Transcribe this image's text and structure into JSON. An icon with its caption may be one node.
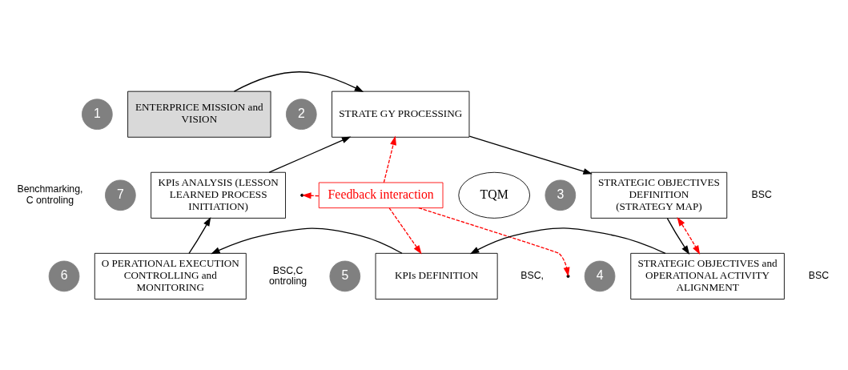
{
  "diagram": {
    "nodes": [
      {
        "text": [
          "1"
        ]
      },
      {
        "text": [
          "ENTERPRICE MISSION and VISION"
        ]
      },
      {
        "text": [
          "2"
        ]
      },
      {
        "text": [
          "STRATE GY PROCESSING"
        ]
      },
      {
        "text": [
          "Feedback interaction"
        ]
      },
      {
        "text": [
          "7"
        ]
      },
      {
        "text": [
          "KPIs ANALYSIS (LESSON LEARNED PROCESS INITIATION)"
        ]
      },
      {
        "text": [
          "3"
        ]
      },
      {
        "text": [
          "STRATEGIC OBJECTIVES DEFINITION",
          "(STRATEGY MAP)"
        ]
      },
      {
        "text": [
          "TQM"
        ]
      },
      {
        "text": [
          "6"
        ]
      },
      {
        "text": [
          "O PERATIONAL EXECUTION CONTROLLING and MONITORING"
        ]
      },
      {
        "text": [
          "5"
        ]
      },
      {
        "text": [
          "KPIs DEFINITION"
        ]
      },
      {
        "text": [
          "4"
        ]
      },
      {
        "text": [
          "STRATEGIC OBJECTIVES and OPERATIONAL ACTIVITY ALIGNMENT"
        ]
      }
    ],
    "edges": [
      {
        "from": 1,
        "to": 3,
        "arrow": "to"
      },
      {
        "from": 6,
        "to": 3,
        "arrow": "to"
      },
      {
        "from": 3,
        "to": 8,
        "arrow": "to"
      },
      {
        "from": 8,
        "to": 15,
        "arrow": "to"
      },
      {
        "from": 15,
        "to": 13,
        "arrow": "to"
      },
      {
        "from": 13,
        "to": 11,
        "arrow": "to"
      },
      {
        "from": 11,
        "to": 6,
        "arrow": "to"
      },
      {
        "from": 4,
        "to": 3,
        "arrow": "to",
        "style": "dashed",
        "color": "#ff0000"
      },
      {
        "from": 4,
        "to": null,
        "arrow": "to",
        "style": "dashed",
        "color": "#ff0000"
      },
      {
        "from": 4,
        "to": 13,
        "arrow": "to",
        "style": "dashed",
        "color": "#ff0000"
      },
      {
        "from": 4,
        "to": null,
        "arrow": "to",
        "style": "dashed",
        "color": "#ff0000"
      },
      {
        "from": 8,
        "to": 15,
        "arrow": "both",
        "style": "dashed",
        "color": "#ff0000"
      }
    ],
    "labels": [
      "Benchmarking, C ontroling",
      "BSC",
      "BSC,C ontroling",
      "BSC,",
      "BSC"
    ]
  }
}
